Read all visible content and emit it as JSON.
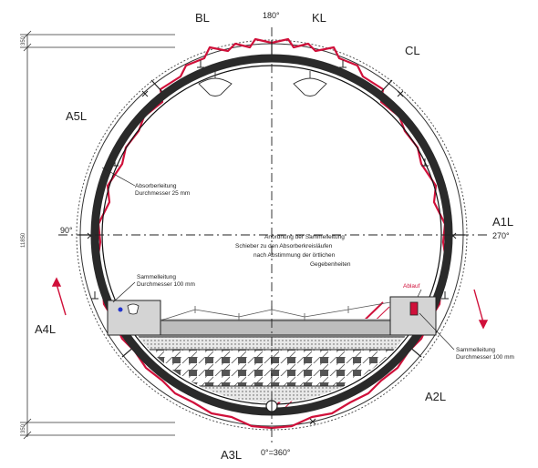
{
  "section_labels": {
    "bl": "BL",
    "kl": "KL",
    "cl": "CL",
    "a5l": "A5L",
    "a1l": "A1L",
    "a4l": "A4L",
    "a2l": "A2L",
    "a3l": "A3L"
  },
  "angles": {
    "top": "180°",
    "left": "90°",
    "right": "270°",
    "bottom": "0°=360°"
  },
  "dimensions": {
    "top_thickness": "350",
    "bottom_thickness": "350",
    "diameter": "11850"
  },
  "annotations": {
    "absorber_line_1": "Absorberleitung",
    "absorber_line_2": "Durchmesser 25 mm",
    "arrangement_1": "Anordnung der Sammelleitung",
    "arrangement_2": "Schieber zu den Absorberkreisläufen",
    "arrangement_3": "nach Abstimmung der örtlichen",
    "arrangement_4": "Gegebenheiten",
    "collector_left_1": "Sammelleitung",
    "collector_left_2": "Durchmesser 100 mm",
    "drain": "Ablauf",
    "collector_right_1": "Sammelleitung",
    "collector_right_2": "Durchmesser 100 mm"
  },
  "colors": {
    "pipe_red": "#d0103a",
    "lining_dark": "#2a2a2a",
    "line": "#111111",
    "accent_blue": "#2233cc"
  }
}
